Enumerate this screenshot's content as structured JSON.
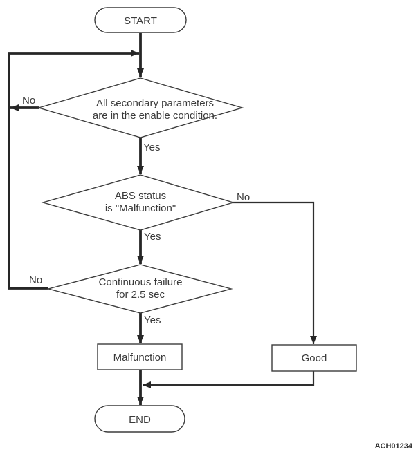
{
  "figure": {
    "code": "ACH01234",
    "colors": {
      "background": "#ffffff",
      "line": "#262626",
      "shape_outline": "#3c3c3c",
      "text": "#3a3a3a"
    },
    "nodes": {
      "start": {
        "label": "START"
      },
      "secondary_params": {
        "line1": "All secondary parameters",
        "line2": "are in the enable condition."
      },
      "abs_status": {
        "line1": "ABS status",
        "line2": "is \"Malfunction\""
      },
      "continuous_failure": {
        "line1": "Continuous failure",
        "line2": "for 2.5 sec"
      },
      "malfunction": {
        "label": "Malfunction"
      },
      "good": {
        "label": "Good"
      },
      "end": {
        "label": "END"
      }
    },
    "edge_labels": {
      "secondary_params_no": "No",
      "secondary_params_yes": "Yes",
      "abs_status_no": "No",
      "abs_status_yes": "Yes",
      "continuous_failure_no": "No",
      "continuous_failure_yes": "Yes"
    }
  }
}
